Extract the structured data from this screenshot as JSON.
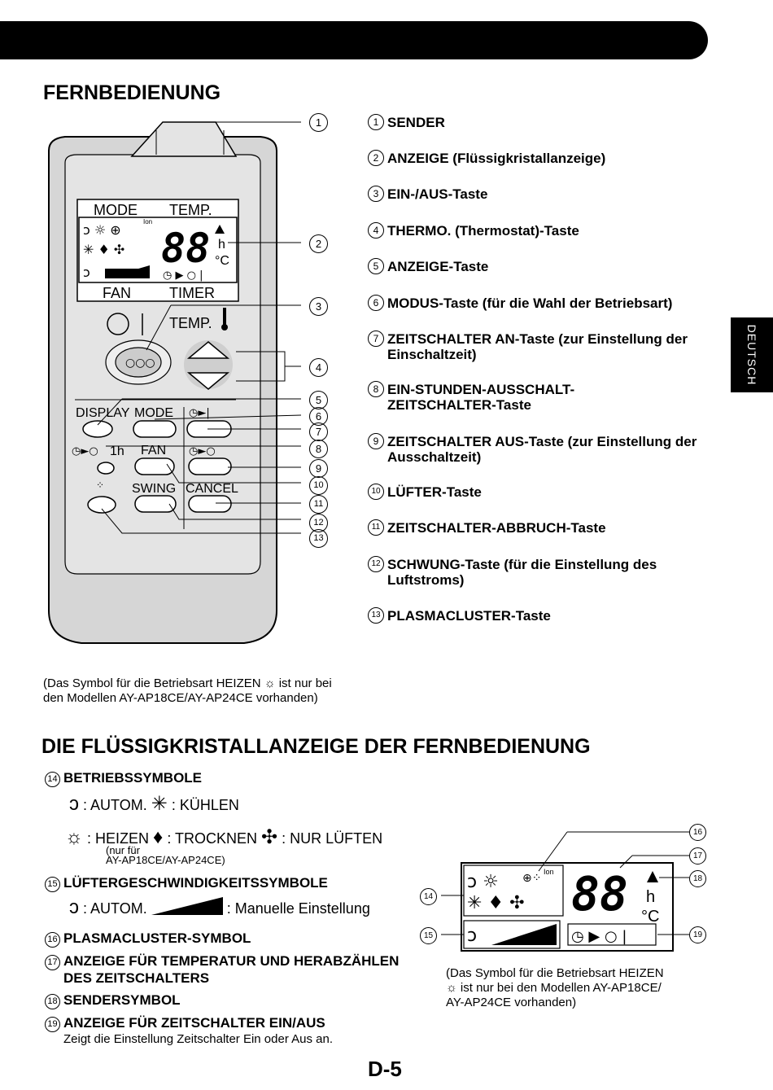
{
  "section1": {
    "title": "FERNBEDIENUNG"
  },
  "side_tab": "DEUTSCH",
  "items": [
    {
      "num": "1",
      "text": "SENDER"
    },
    {
      "num": "2",
      "text": "ANZEIGE (Flüssigkristallanzeige)"
    },
    {
      "num": "3",
      "text": "EIN-/AUS-Taste"
    },
    {
      "num": "4",
      "text": "THERMO. (Thermostat)-Taste"
    },
    {
      "num": "5",
      "text": "ANZEIGE-Taste"
    },
    {
      "num": "6",
      "text": "MODUS-Taste (für die Wahl der Betriebsart)"
    },
    {
      "num": "7",
      "text": "ZEITSCHALTER AN-Taste (zur Einstellung der Einschaltzeit)"
    },
    {
      "num": "8",
      "text": "EIN-STUNDEN-AUSSCHALT-ZEITSCHALTER-Taste"
    },
    {
      "num": "9",
      "text": "ZEITSCHALTER AUS-Taste (zur Einstellung der Ausschaltzeit)"
    },
    {
      "num": "10",
      "text": "LÜFTER-Taste"
    },
    {
      "num": "11",
      "text": "ZEITSCHALTER-ABBRUCH-Taste"
    },
    {
      "num": "12",
      "text": "SCHWUNG-Taste (für die Einstellung des Luftstroms)"
    },
    {
      "num": "13",
      "text": "PLASMACLUSTER-Taste"
    }
  ],
  "remote": {
    "mode": "MODE",
    "temp": "TEMP.",
    "fan": "FAN",
    "timer": "TIMER",
    "temp_btn": "TEMP.",
    "display": "DISPLAY",
    "mode_btn": "MODE",
    "fan_btn": "FAN",
    "swing": "SWING",
    "cancel": "CANCEL",
    "one_h": "1h",
    "digits": "88",
    "h": "h",
    "celsius": "°C",
    "ion": "Ion"
  },
  "note1": {
    "line1a": "(Das Symbol für die Betriebsart HEIZEN",
    "line1b": "ist nur bei",
    "line2": "den Modellen  AY-AP18CE/AY-AP24CE vorhanden)"
  },
  "section2": {
    "title": "DIE FLÜSSIGKRISTALLANZEIGE DER FERNBEDIENUNG",
    "h14": "BETRIEBSSYMBOLE",
    "autom": ": AUTOM.",
    "kuehlen": ": KÜHLEN",
    "heizen": ": HEIZEN",
    "trocknen": ": TROCKNEN",
    "nur_lueften": ": NUR LÜFTEN",
    "nur_fuer": "(nur für",
    "models": "AY-AP18CE/AY-AP24CE)",
    "h15": "LÜFTERGESCHWINDIGKEITSSYMBOLE",
    "autom2": ": AUTOM.",
    "manuell": ": Manuelle Einstellung",
    "h16": "PLASMACLUSTER-SYMBOL",
    "h17a": "ANZEIGE FÜR TEMPERATUR UND HERABZÄHLEN",
    "h17b": "DES ZEITSCHALTERS",
    "h18": "SENDERSYMBOL",
    "h19": "ANZEIGE FÜR ZEITSCHALTER EIN/AUS",
    "h19sub": "Zeigt die Einstellung Zeitschalter Ein oder Aus an.",
    "note_a": "(Das Symbol für die Betriebsart HEIZEN",
    "note_b": "ist nur bei den Modellen AY-AP18CE/",
    "note_c": "AY-AP24CE vorhanden)"
  },
  "page_number": "D-5"
}
